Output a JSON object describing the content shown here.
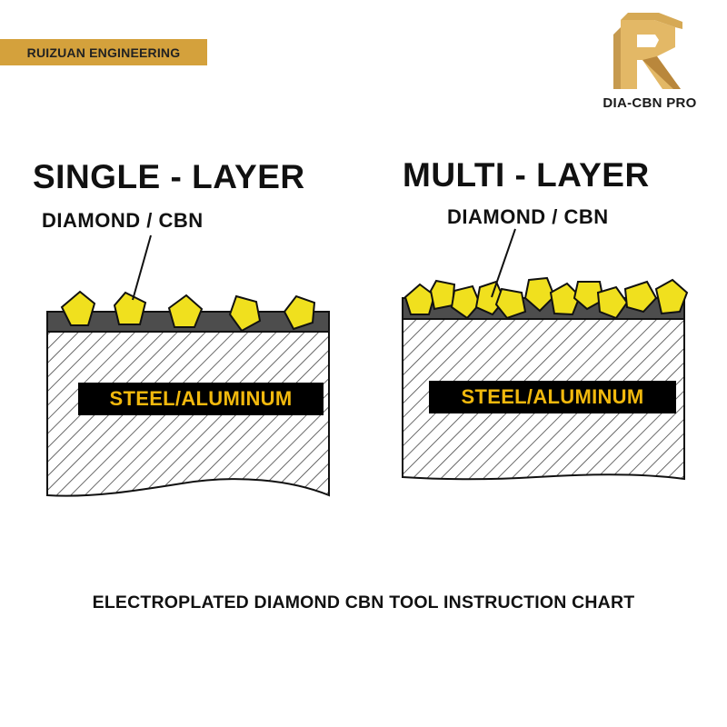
{
  "brand": {
    "banner_text": "RUIZUAN ENGINEERING",
    "logo_text": "DIA-CBN PRO"
  },
  "colors": {
    "banner": "#d4a13c",
    "diamond": "#f0e01e",
    "plating": "#4d4d4d",
    "core_label_text": "#f2b90d",
    "outline": "#111111"
  },
  "panels": [
    {
      "heading": "SINGLE - LAYER",
      "grain_label": "DIAMOND / CBN",
      "core_label": "STEEL/ALUMINUM"
    },
    {
      "heading": "MULTI - LAYER",
      "grain_label": "DIAMOND / CBN",
      "core_label": "STEEL/ALUMINUM"
    }
  ],
  "footer": {
    "title": "ELECTROPLATED DIAMOND CBN TOOL INSTRUCTION CHART"
  }
}
